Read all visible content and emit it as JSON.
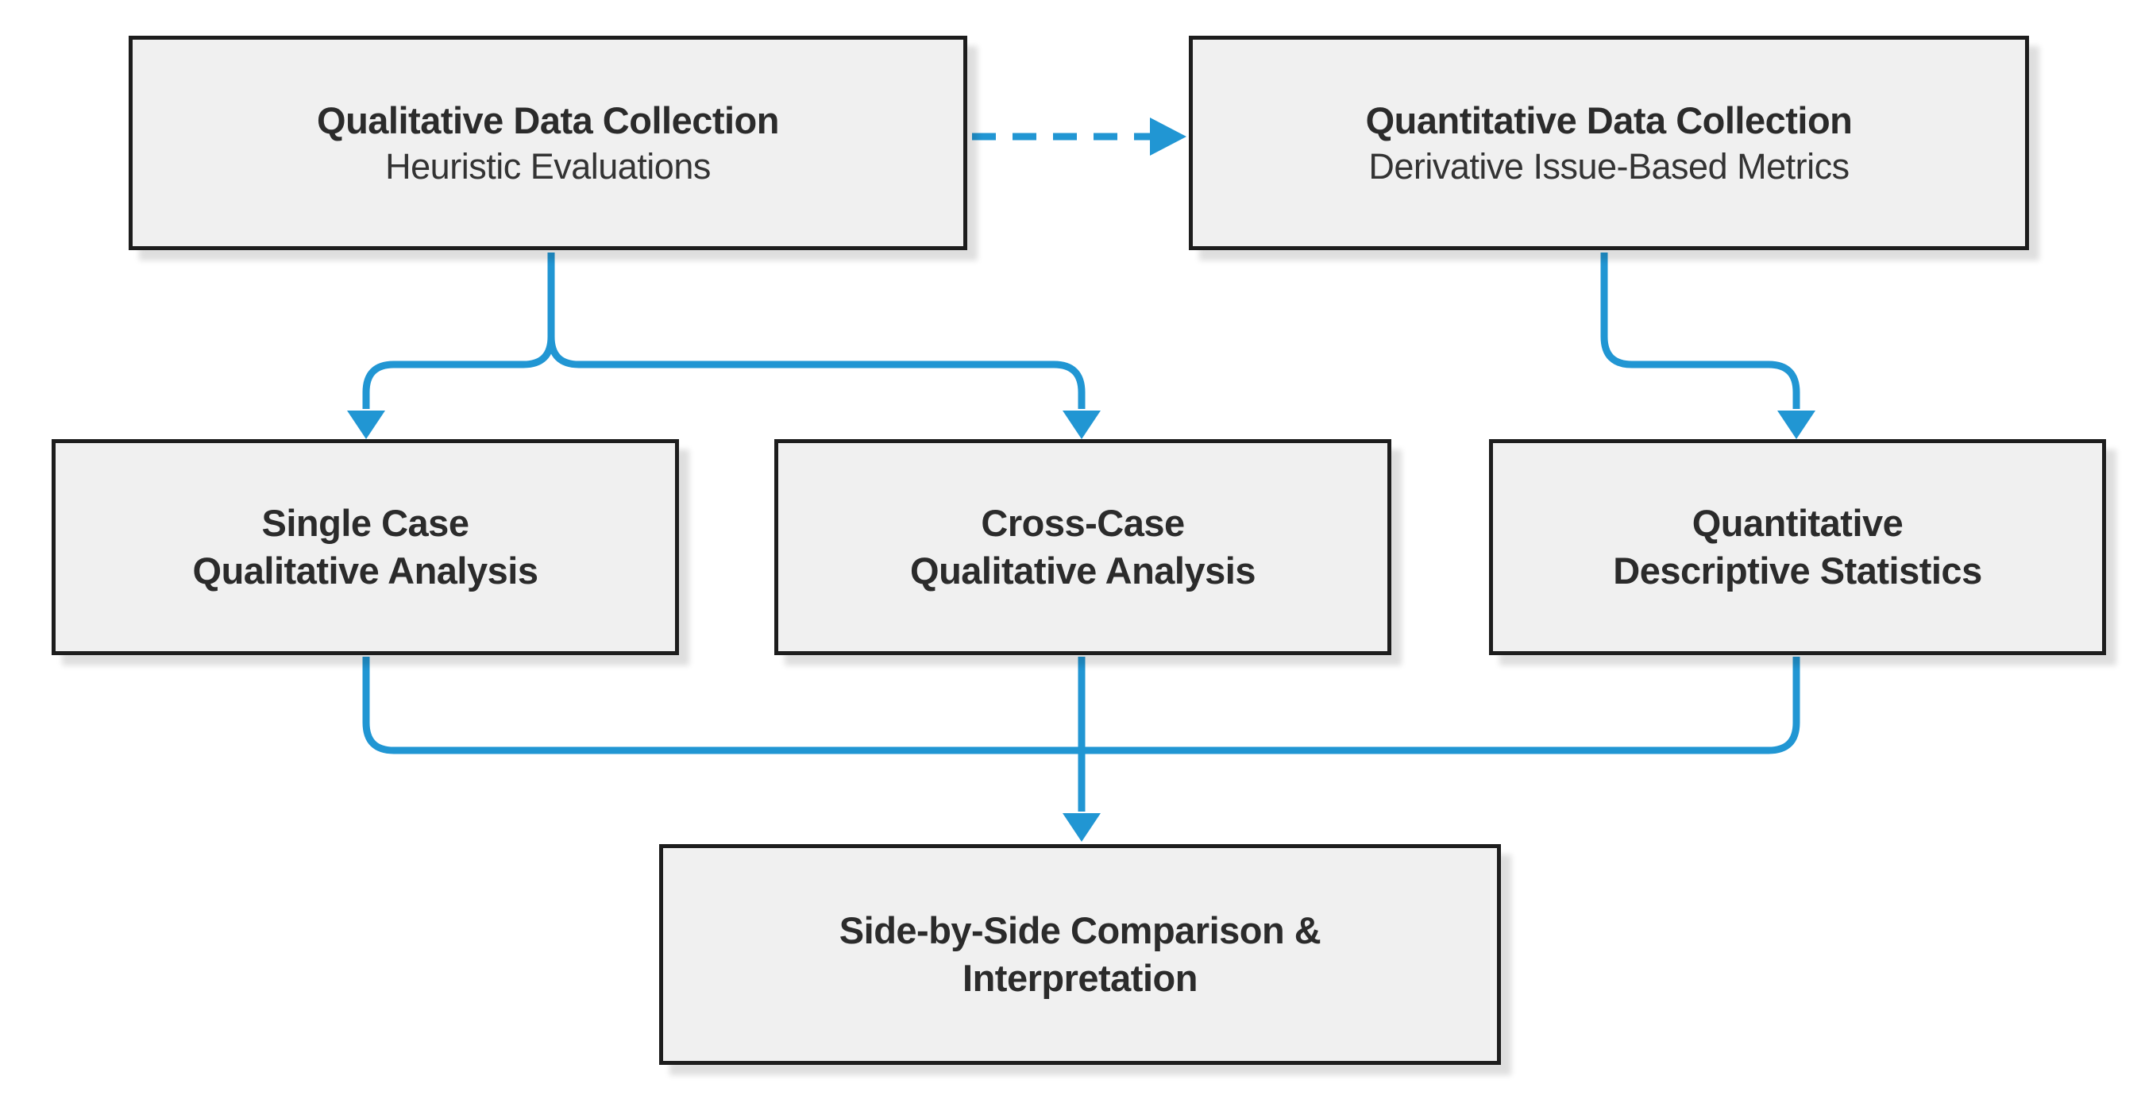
{
  "diagram": {
    "colors": {
      "arrow_blue": "#2196d3",
      "box_fill": "#f0f0f0",
      "box_border": "#1d1d1d",
      "text": "#2b2b2b",
      "background": "#ffffff"
    },
    "nodes": {
      "qual_collection": {
        "title": "Qualitative Data Collection",
        "subtitle": "Heuristic Evaluations"
      },
      "quant_collection": {
        "title": "Quantitative Data Collection",
        "subtitle": "Derivative Issue-Based Metrics"
      },
      "single_case": {
        "line1": "Single Case",
        "line2": "Qualitative Analysis"
      },
      "cross_case": {
        "line1": "Cross-Case",
        "line2": "Qualitative Analysis"
      },
      "quant_stats": {
        "line1": "Quantitative",
        "line2": "Descriptive Statistics"
      },
      "comparison": {
        "line1": "Side-by-Side Comparison &",
        "line2": "Interpretation"
      }
    },
    "edges": [
      {
        "from": "Qualitative Data Collection",
        "to": "Quantitative Data Collection",
        "style": "dashed-arrow"
      },
      {
        "from": "Qualitative Data Collection",
        "to": "Single Case Qualitative Analysis",
        "style": "solid-arrow"
      },
      {
        "from": "Qualitative Data Collection",
        "to": "Cross-Case Qualitative Analysis",
        "style": "solid-arrow"
      },
      {
        "from": "Quantitative Data Collection",
        "to": "Quantitative Descriptive Statistics",
        "style": "solid-arrow"
      },
      {
        "from": "Single Case Qualitative Analysis",
        "to": "Side-by-Side Comparison & Interpretation",
        "style": "solid-arrow"
      },
      {
        "from": "Cross-Case Qualitative Analysis",
        "to": "Side-by-Side Comparison & Interpretation",
        "style": "solid-arrow"
      },
      {
        "from": "Quantitative Descriptive Statistics",
        "to": "Side-by-Side Comparison & Interpretation",
        "style": "solid-arrow"
      }
    ]
  }
}
